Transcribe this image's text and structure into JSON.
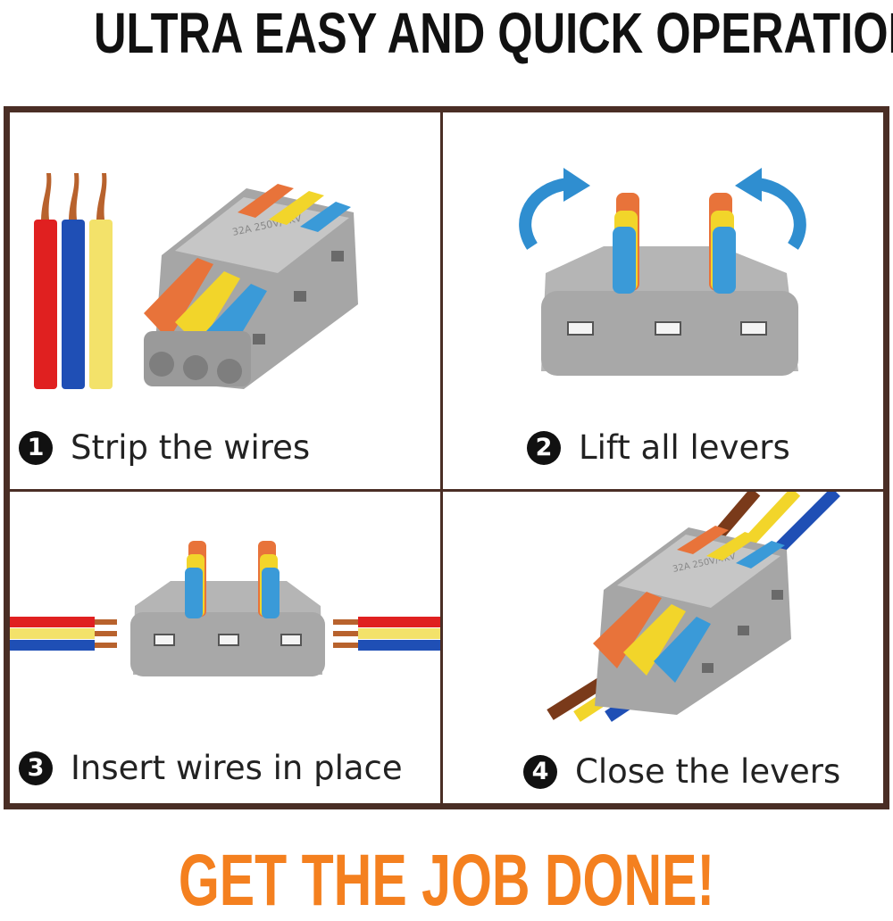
{
  "headline": "ULTRA EASY AND QUICK OPERATION",
  "footer": "GET THE JOB DONE!",
  "colors": {
    "headline": "#111111",
    "footer": "#f4801f",
    "border": "#4a2e25",
    "connector_body": "#a9a9a9",
    "lever_orange": "#e8733a",
    "lever_yellow": "#f2d52a",
    "lever_blue": "#3a9ad8",
    "wire_red": "#e02020",
    "wire_blue": "#1f4fb5",
    "wire_yellow": "#f3e26a",
    "arrow_blue": "#2f8ed0"
  },
  "connector_marking": "32A 250V/4KV",
  "steps": [
    {
      "number": "1",
      "label": "Strip the wires"
    },
    {
      "number": "2",
      "label": "Lift all levers"
    },
    {
      "number": "3",
      "label": "Insert wires in place"
    },
    {
      "number": "4",
      "label": "Close the levers"
    }
  ]
}
